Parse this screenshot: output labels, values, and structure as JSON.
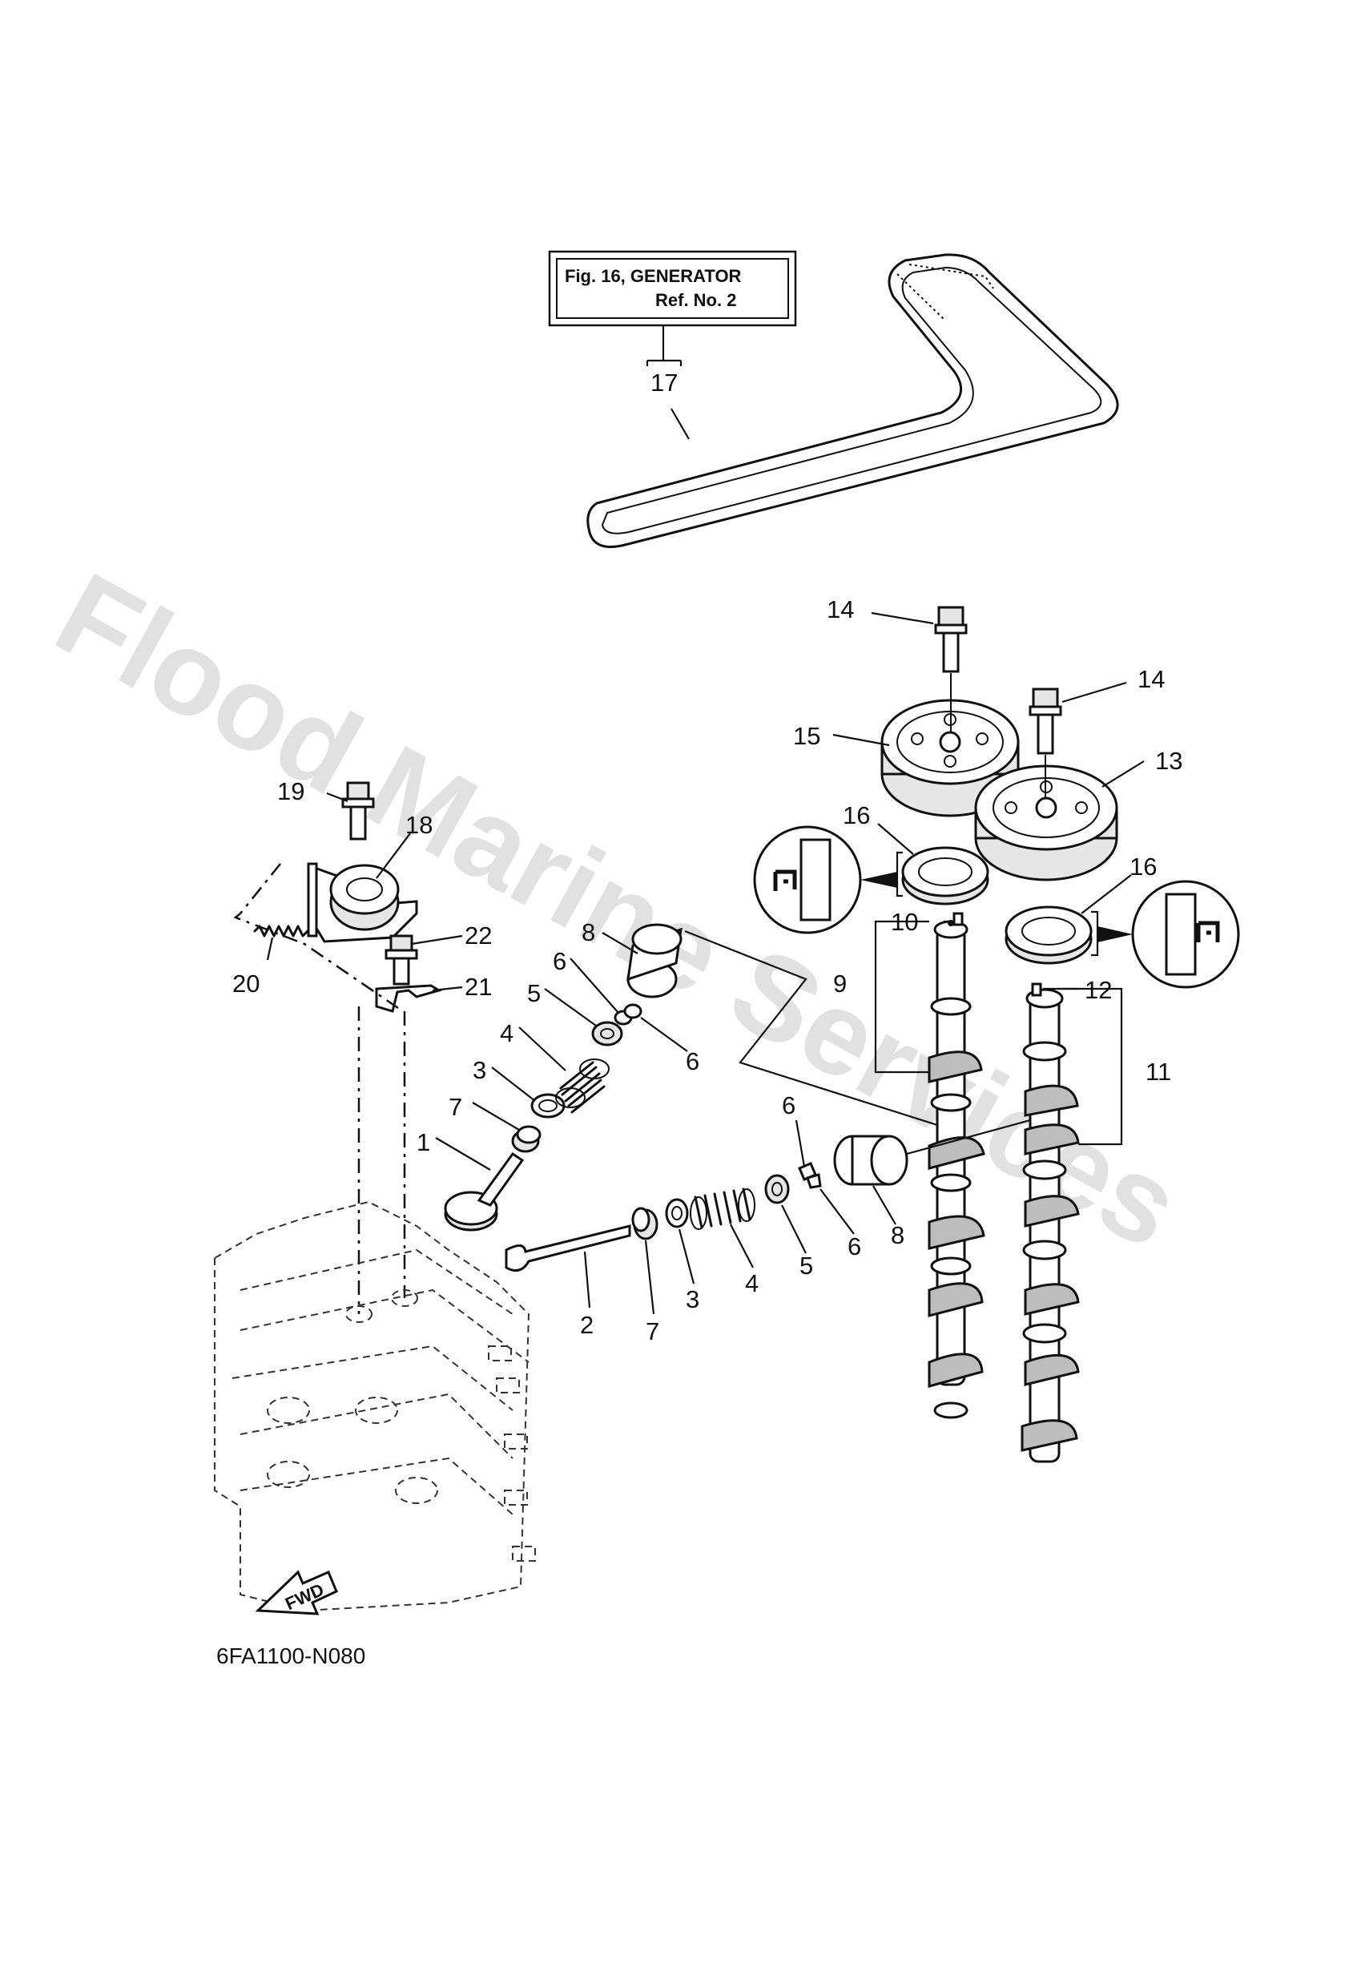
{
  "diagram": {
    "reference_box": {
      "line1": "Fig. 16, GENERATOR",
      "line2": "Ref. No. 2"
    },
    "drawing_code": "6FA1100-N080",
    "fwd_label": "FWD",
    "watermark": "Flood Marine Services",
    "callouts": {
      "c1": "1",
      "c2": "2",
      "c3a": "3",
      "c3b": "3",
      "c4a": "4",
      "c4b": "4",
      "c5a": "5",
      "c5b": "5",
      "c6a": "6",
      "c6b": "6",
      "c6c": "6",
      "c6d": "6",
      "c7a": "7",
      "c7b": "7",
      "c8a": "8",
      "c8b": "8",
      "c9": "9",
      "c10": "10",
      "c11": "11",
      "c12": "12",
      "c13": "13",
      "c14a": "14",
      "c14b": "14",
      "c15": "15",
      "c16a": "16",
      "c16b": "16",
      "c17": "17",
      "c18": "18",
      "c19": "19",
      "c20": "20",
      "c21": "21",
      "c22": "22"
    }
  }
}
